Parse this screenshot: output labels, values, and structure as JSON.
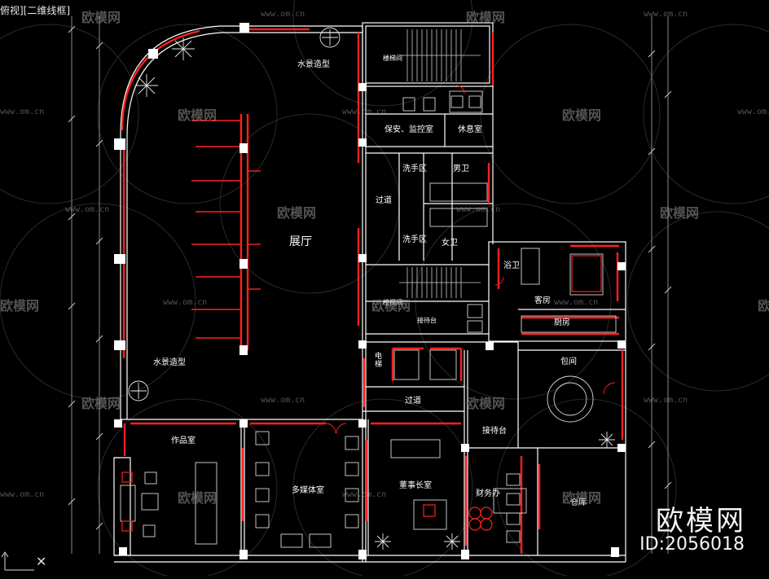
{
  "viewport_tab": "俯视][二维线框]",
  "rooms": {
    "hall": "展厅",
    "water_feature_top": "水景造型",
    "water_feature_left": "水景造型",
    "stair_top": "楼梯间",
    "security": "保安、监控室",
    "rest": "休息室",
    "wash_1": "洗手区",
    "mens": "男卫",
    "corridor_1": "过道",
    "wash_2": "洗手区",
    "womens": "女卫",
    "stair_mid": "楼梯间",
    "bath": "浴卫",
    "bedroom": "客房",
    "lobby_seat": "接待台",
    "kitchen": "厨房",
    "elevator": "电梯",
    "corridor_2": "过道",
    "private_room": "包间",
    "reception": "接待台",
    "studio": "作品室",
    "multi": "多媒体室",
    "chairman": "董事长室",
    "finance": "财务办",
    "warehouse": "仓库"
  },
  "watermark": {
    "brand": "欧模网",
    "url": "www.om.cn"
  },
  "brand_logo": "欧模网",
  "image_id": "ID:2056018",
  "colors": {
    "background": "#000000",
    "wall": "#ff2020",
    "line": "#ffffff",
    "thin": "#b8b8b8"
  }
}
